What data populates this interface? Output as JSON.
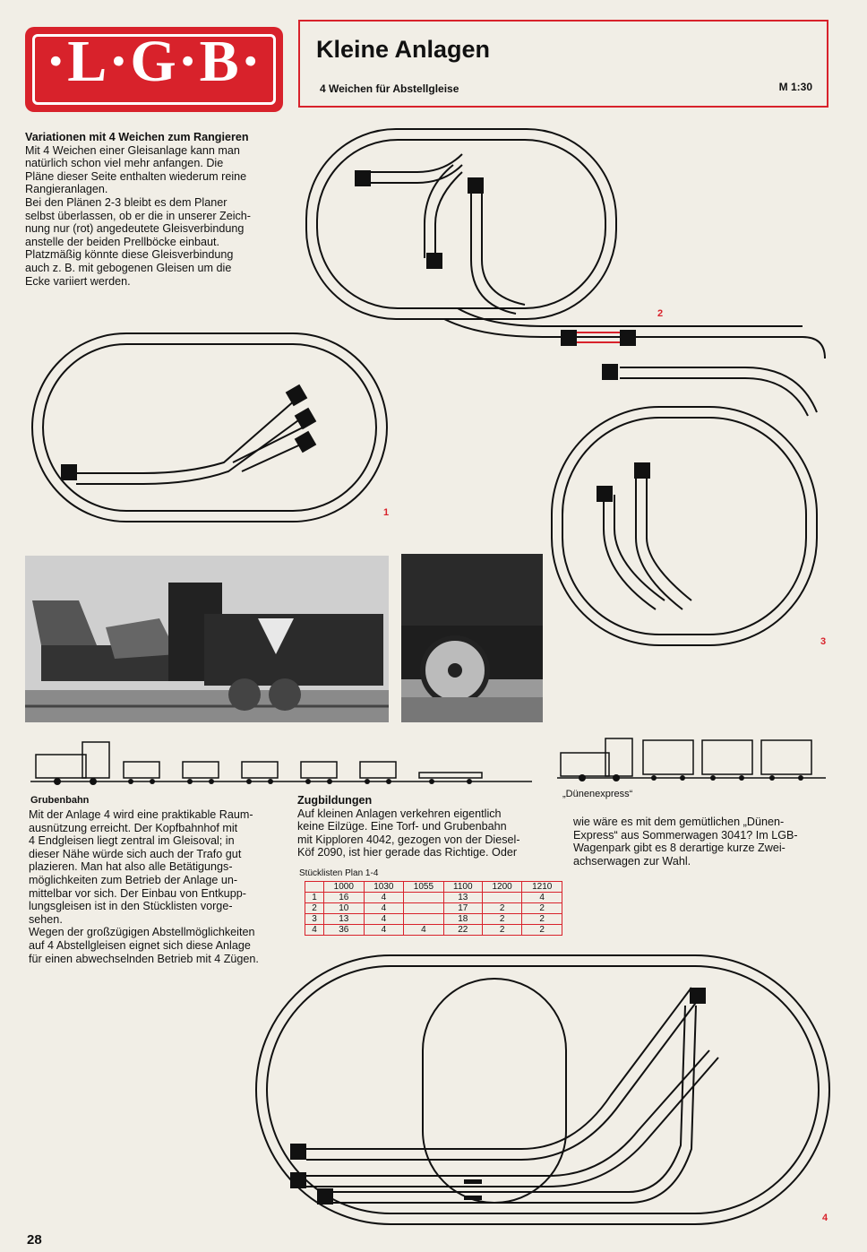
{
  "header": {
    "logo": "·L·G·B·",
    "title": "Kleine Anlagen",
    "subtitle": "4 Weichen für Abstellgleise",
    "scale": "M 1:30"
  },
  "intro": {
    "heading": "Variationen mit 4 Weichen zum Rangieren",
    "lines": [
      "Mit 4 Weichen einer Gleisanlage kann man",
      "natürlich schon viel mehr anfangen. Die",
      "Pläne dieser Seite enthalten wiederum reine",
      "Rangieranlagen.",
      "Bei den Plänen 2-3 bleibt es dem Planer",
      "selbst überlassen, ob er die in unserer Zeich-",
      "nung nur (rot) angedeutete Gleisverbindung",
      "anstelle der beiden Prellböcke einbaut.",
      "Platzmäßig könnte diese Gleisverbindung",
      "auch z. B. mit gebogenen Gleisen um die",
      "Ecke variiert werden."
    ]
  },
  "plan_labels": [
    "1",
    "2",
    "3",
    "4"
  ],
  "captions": {
    "grubenbahn": "Grubenbahn",
    "duenenexpress": "„Dünenexpress“"
  },
  "text_left": {
    "lines": [
      "Mit der Anlage 4 wird eine praktikable Raum-",
      "ausnützung erreicht. Der Kopfbahnhof mit",
      "4 Endgleisen liegt zentral im Gleisoval; in",
      "dieser Nähe würde sich auch der Trafo gut",
      "plazieren. Man hat also alle Betätigungs-",
      "möglichkeiten zum Betrieb der Anlage un-",
      "mittelbar vor sich. Der Einbau von Entkupp-",
      "lungsgleisen ist in den Stücklisten vorge-",
      "sehen.",
      "Wegen der großzügigen Abstellmöglichkeiten",
      "auf 4 Abstellgleisen eignet sich diese Anlage",
      "für einen abwechselnden Betrieb mit 4 Zügen."
    ]
  },
  "text_middle": {
    "heading": "Zugbildungen",
    "lines": [
      "Auf kleinen Anlagen verkehren eigentlich",
      "keine Eilzüge. Eine Torf- und Grubenbahn",
      "mit Kipploren 4042, gezogen von der Diesel-",
      "Köf 2090, ist hier gerade das Richtige. Oder"
    ]
  },
  "text_right": {
    "lines": [
      "wie wäre es mit dem gemütlichen „Dünen-",
      "Express“ aus Sommerwagen 3041? Im LGB-",
      "Wagenpark gibt es 8 derartige kurze Zwei-",
      "achserwagen zur Wahl."
    ]
  },
  "parts_table": {
    "title": "Stücklisten Plan 1-4",
    "columns": [
      "",
      "1000",
      "1030",
      "1055",
      "1100",
      "1200",
      "1210"
    ],
    "rows": [
      [
        "1",
        "16",
        "4",
        "",
        "13",
        "",
        "4"
      ],
      [
        "2",
        "10",
        "4",
        "",
        "17",
        "2",
        "2"
      ],
      [
        "3",
        "13",
        "4",
        "",
        "18",
        "2",
        "2"
      ],
      [
        "4",
        "36",
        "4",
        "4",
        "22",
        "2",
        "2"
      ]
    ]
  },
  "page_number": "28",
  "colors": {
    "accent_red": "#d8222b",
    "paper": "#f1eee6",
    "ink": "#111111"
  }
}
